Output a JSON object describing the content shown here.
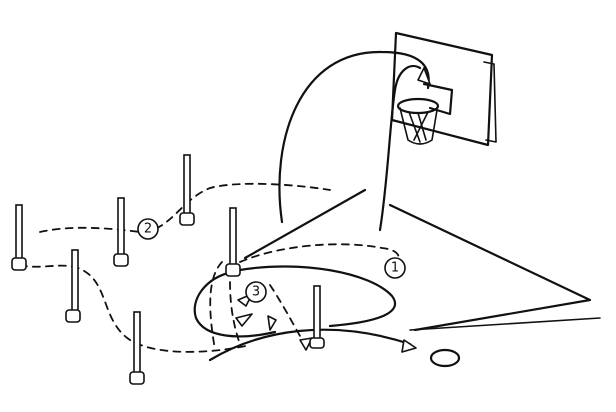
{
  "scene": {
    "ink_color": "#111111",
    "background": "#ffffff"
  },
  "markers": [
    {
      "label": "1",
      "icon": "circled-number"
    },
    {
      "label": "2",
      "icon": "circled-number"
    },
    {
      "label": "3",
      "icon": "circled-number"
    }
  ]
}
